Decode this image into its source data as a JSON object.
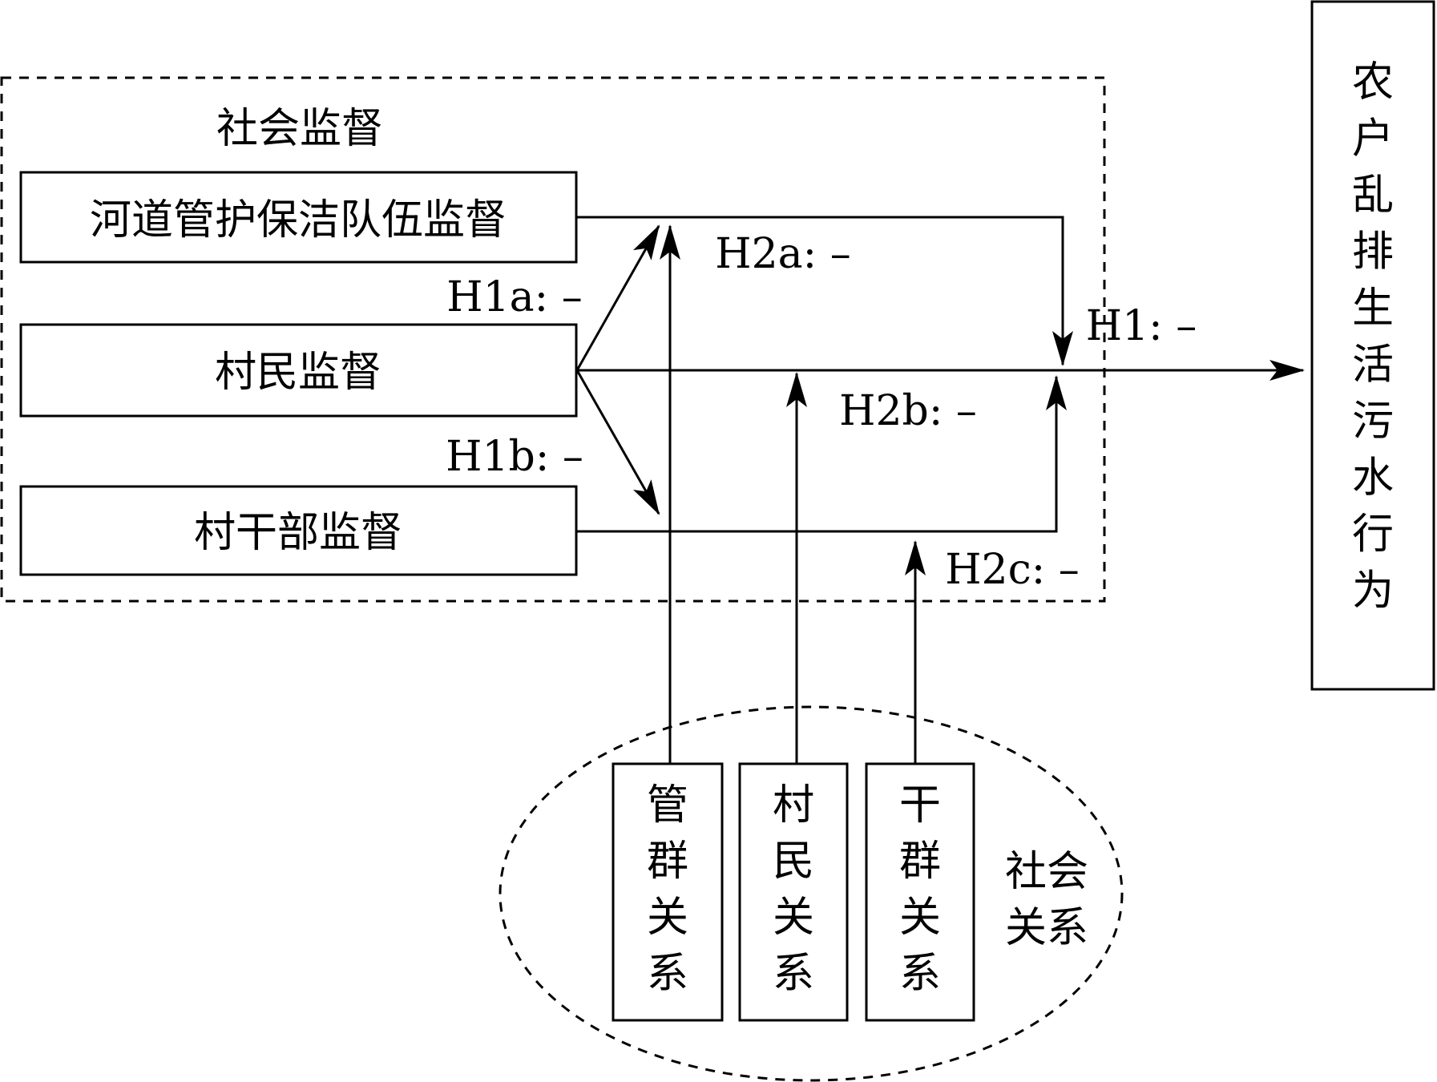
{
  "social_supervision": {
    "title": "社会监督",
    "river_patrol": "河道管护保洁队伍监督",
    "villagers": "村民监督",
    "cadres": "村干部监督"
  },
  "outcome": {
    "label": [
      "农",
      "户",
      "乱",
      "排",
      "生",
      "活",
      "污",
      "水",
      "行",
      "为"
    ]
  },
  "social_relations": {
    "title_lines": [
      "社会",
      "关系"
    ],
    "management_relations": [
      "管",
      "群",
      "关",
      "系"
    ],
    "villager_relations": [
      "村",
      "民",
      "关",
      "系"
    ],
    "cadre_relations": [
      "干",
      "群",
      "关",
      "系"
    ]
  },
  "hypotheses": {
    "h1": "H1: –",
    "h1a": "H1a: –",
    "h1b": "H1b: –",
    "h2a": "H2a: –",
    "h2b": "H2b: –",
    "h2c": "H2c: –"
  }
}
